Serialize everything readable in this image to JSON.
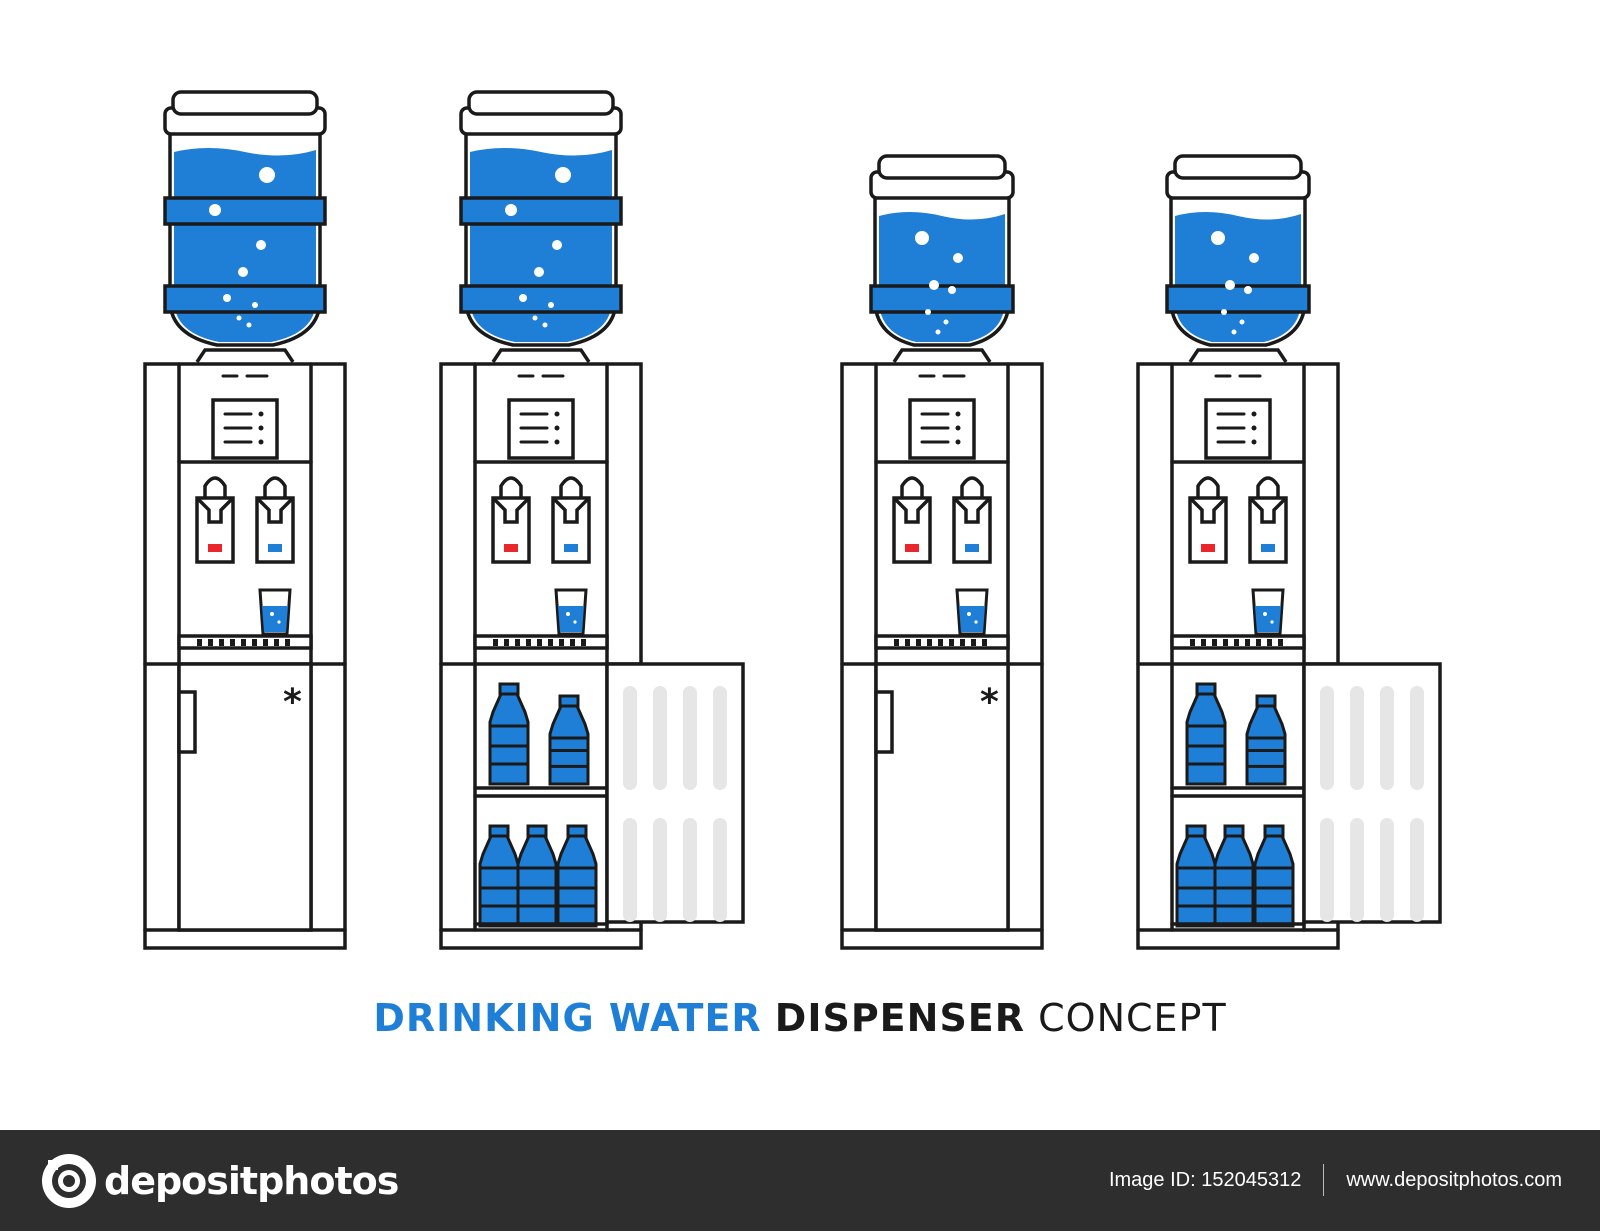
{
  "caption": {
    "part1": "DRINKING WATER",
    "part2": "DISPENSER",
    "part3": "CONCEPT"
  },
  "colors": {
    "water": "#1f7fd6",
    "outline": "#1a1a1a",
    "hot": "#e8262c",
    "cold": "#1f7fd6",
    "door_panel": "#e6e6e6"
  },
  "dispensers": [
    {
      "bottle": "large",
      "door": "closed"
    },
    {
      "bottle": "large",
      "door": "open"
    },
    {
      "bottle": "small",
      "door": "closed"
    },
    {
      "bottle": "small",
      "door": "open"
    }
  ],
  "footer": {
    "brand": "depositphotos",
    "image_id": "Image ID: 152045312",
    "url": "www.depositphotos.com",
    "logo_icon": "camera-icon"
  }
}
